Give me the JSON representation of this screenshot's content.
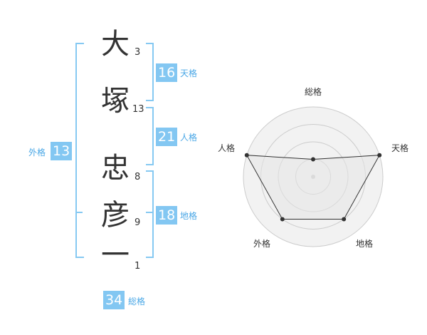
{
  "name": {
    "chars": [
      {
        "char": "大",
        "strokes": "3"
      },
      {
        "char": "塚",
        "strokes": "13"
      },
      {
        "char": "忠",
        "strokes": "8"
      },
      {
        "char": "彦",
        "strokes": "9"
      },
      {
        "char": "一",
        "strokes": "1"
      }
    ]
  },
  "fortune": {
    "tenkaku": {
      "value": "16",
      "label": "天格"
    },
    "jinkaku": {
      "value": "21",
      "label": "人格"
    },
    "chikaku": {
      "value": "18",
      "label": "地格"
    },
    "gaikaku": {
      "value": "13",
      "label": "外格"
    },
    "soukaku": {
      "value": "34",
      "label": "総格"
    }
  },
  "colors": {
    "accent": "#83c7f2",
    "bracket": "#86c9f2",
    "label": "#4aa7e6",
    "fill": "#f2f2f2",
    "grid": "#cccccc"
  },
  "chart_data": {
    "type": "radar",
    "axes": [
      "総格",
      "天格",
      "地格",
      "外格",
      "人格"
    ],
    "values": [
      0.25,
      1.0,
      0.75,
      0.75,
      1.0
    ],
    "rings": 4
  }
}
